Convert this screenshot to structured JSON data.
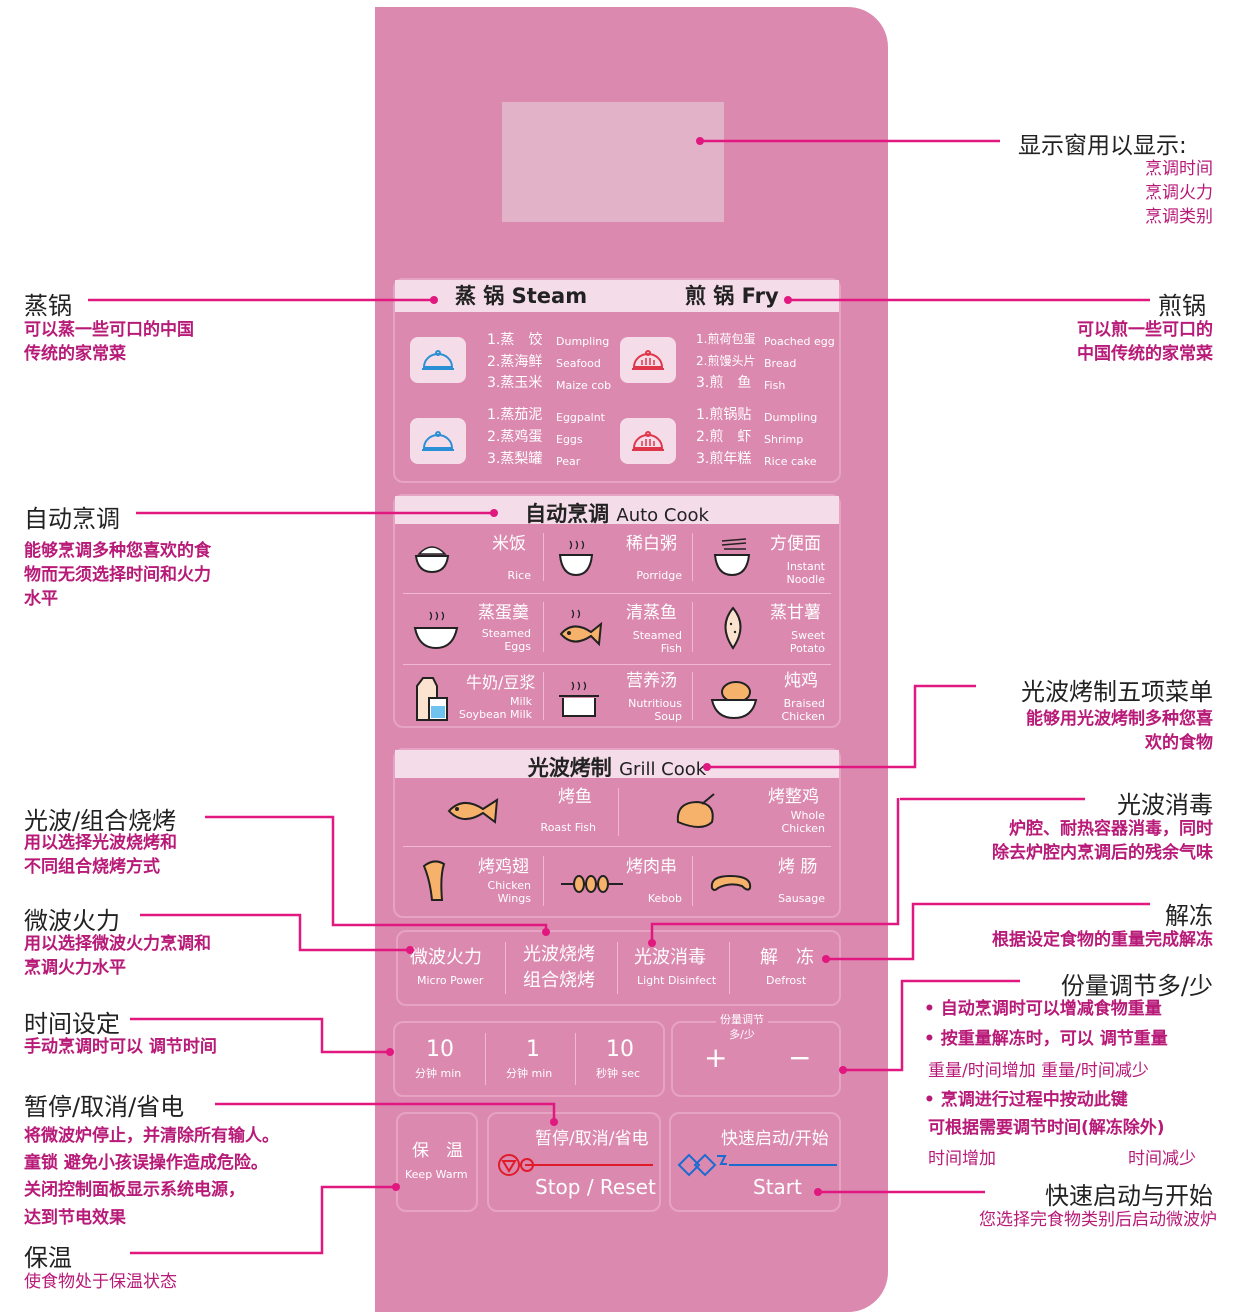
{
  "display_note": {
    "title": "显示窗用以显示:",
    "items": [
      "烹调时间",
      "烹调火力",
      "烹调类别"
    ]
  },
  "steam_fry": {
    "steam_title_zh": "蒸 锅",
    "steam_title_en": "Steam",
    "fry_title_zh": "煎 锅",
    "fry_title_en": "Fry",
    "steam_group1": [
      {
        "zh": "1.蒸　饺",
        "en": "Dumpling"
      },
      {
        "zh": "2.蒸海鲜",
        "en": "Seafood"
      },
      {
        "zh": "3.蒸玉米",
        "en": "Maize cob"
      }
    ],
    "fry_group1": [
      {
        "zh": "1.煎荷包蛋",
        "en": "Poached egg"
      },
      {
        "zh": "2.煎馒头片",
        "en": "Bread"
      },
      {
        "zh": "3.煎　鱼",
        "en": "Fish"
      }
    ],
    "steam_group2": [
      {
        "zh": "1.蒸茄泥",
        "en": "Eggpalnt"
      },
      {
        "zh": "2.蒸鸡蛋",
        "en": "Eggs"
      },
      {
        "zh": "3.蒸梨罐",
        "en": "Pear"
      }
    ],
    "fry_group2": [
      {
        "zh": "1.煎锅贴",
        "en": "Dumpling"
      },
      {
        "zh": "2.煎　虾",
        "en": "Shrimp"
      },
      {
        "zh": "3.煎年糕",
        "en": "Rice cake"
      }
    ]
  },
  "auto_cook": {
    "title_zh": "自动烹调",
    "title_en": "Auto Cook",
    "items": [
      {
        "zh": "米饭",
        "en": "Rice"
      },
      {
        "zh": "稀白粥",
        "en": "Porridge"
      },
      {
        "zh": "方便面",
        "en": "Instant\nNoodle"
      },
      {
        "zh": "蒸蛋羹",
        "en": "Steamed\nEggs"
      },
      {
        "zh": "清蒸鱼",
        "en": "Steamed\nFish"
      },
      {
        "zh": "蒸甘薯",
        "en": "Sweet\nPotato"
      },
      {
        "zh": "牛奶/豆浆",
        "en": "Milk\nSoybean Milk"
      },
      {
        "zh": "营养汤",
        "en": "Nutritious\nSoup"
      },
      {
        "zh": "炖鸡",
        "en": "Braised\nChicken"
      }
    ]
  },
  "grill_cook": {
    "title_zh": "光波烤制",
    "title_en": "Grill Cook",
    "items": [
      {
        "zh": "烤鱼",
        "en": "Roast Fish"
      },
      {
        "zh": "烤整鸡",
        "en": "Whole\nChicken"
      },
      {
        "zh": "烤鸡翅",
        "en": "Chicken\nWings"
      },
      {
        "zh": "烤肉串",
        "en": "Kebob"
      },
      {
        "zh": "烤 肠",
        "en": "Sausage"
      }
    ]
  },
  "function_buttons": [
    {
      "zh": "微波火力",
      "en": "Micro Power"
    },
    {
      "zh": "光波烧烤",
      "zh2": "组合烧烤"
    },
    {
      "zh": "光波消毒",
      "en": "Light Disinfect"
    },
    {
      "zh": "解　冻",
      "en": "Defrost"
    }
  ],
  "time_buttons": [
    {
      "value": "10",
      "unit": "分钟 min"
    },
    {
      "value": "1",
      "unit": "分钟 min"
    },
    {
      "value": "10",
      "unit": "秒钟 sec"
    }
  ],
  "portion": {
    "label": "份量调节\n多/少",
    "plus": "+",
    "minus": "−"
  },
  "bottom_buttons": {
    "keep_warm_zh": "保　温",
    "keep_warm_en": "Keep Warm",
    "stop_zh": "暂停/取消/省电",
    "stop_en": "Stop / Reset",
    "start_zh": "快速启动/开始",
    "start_en": "Start"
  },
  "annotations": {
    "steam": {
      "title": "蒸锅",
      "body": "可以蒸一些可口的中国\n传统的家常菜"
    },
    "fry": {
      "title": "煎锅",
      "body": "可以煎一些可口的\n中国传统的家常菜"
    },
    "auto": {
      "title": "自动烹调",
      "body": "能够烹调多种您喜欢的食\n物而无须选择时间和火力\n水平"
    },
    "grill_menu": {
      "title": "光波烤制五项菜单",
      "body": "能够用光波烤制多种您喜\n欢的食物"
    },
    "grill_combo": {
      "title": "光波/组合烧烤",
      "body": "用以选择光波烧烤和\n不同组合烧烤方式"
    },
    "disinfect": {
      "title": "光波消毒",
      "body": "炉腔、耐热容器消毒，同时\n除去炉腔内烹调后的残余气味"
    },
    "defrost": {
      "title": "解冻",
      "body": "根据设定食物的重量完成解冻"
    },
    "micro_power": {
      "title": "微波火力",
      "body": "用以选择微波火力烹调和\n烹调火力水平"
    },
    "portion": {
      "title": "份量调节多/少",
      "bullets": [
        "• 自动烹调时可以增减食物重量",
        "• 按重量解冻时，可以 调节重量"
      ],
      "sub1": "重量/时间增加 重量/时间减少",
      "bullet3": "• 烹调进行过程中按动此键",
      "bullet3b": "可根据需要调节时间(解冻除外)",
      "sub2a": "时间增加",
      "sub2b": "时间减少"
    },
    "time": {
      "title": "时间设定",
      "body": "手动烹调时可以 调节时间"
    },
    "stop": {
      "title": "暂停/取消/省电",
      "body": "将微波炉停止，并清除所有输人。\n童锁 避免小孩误操作造成危险。\n关闭控制面板显示系统电源，\n达到节电效果"
    },
    "warm": {
      "title": "保温",
      "body": "使食物处于保温状态"
    },
    "start": {
      "title": "快速启动与开始",
      "body": "您选择完食物类别后启动微波炉"
    }
  },
  "colors": {
    "panel": "#dc89b0",
    "accent": "#e0187f",
    "annotation_text": "#b81a78"
  }
}
